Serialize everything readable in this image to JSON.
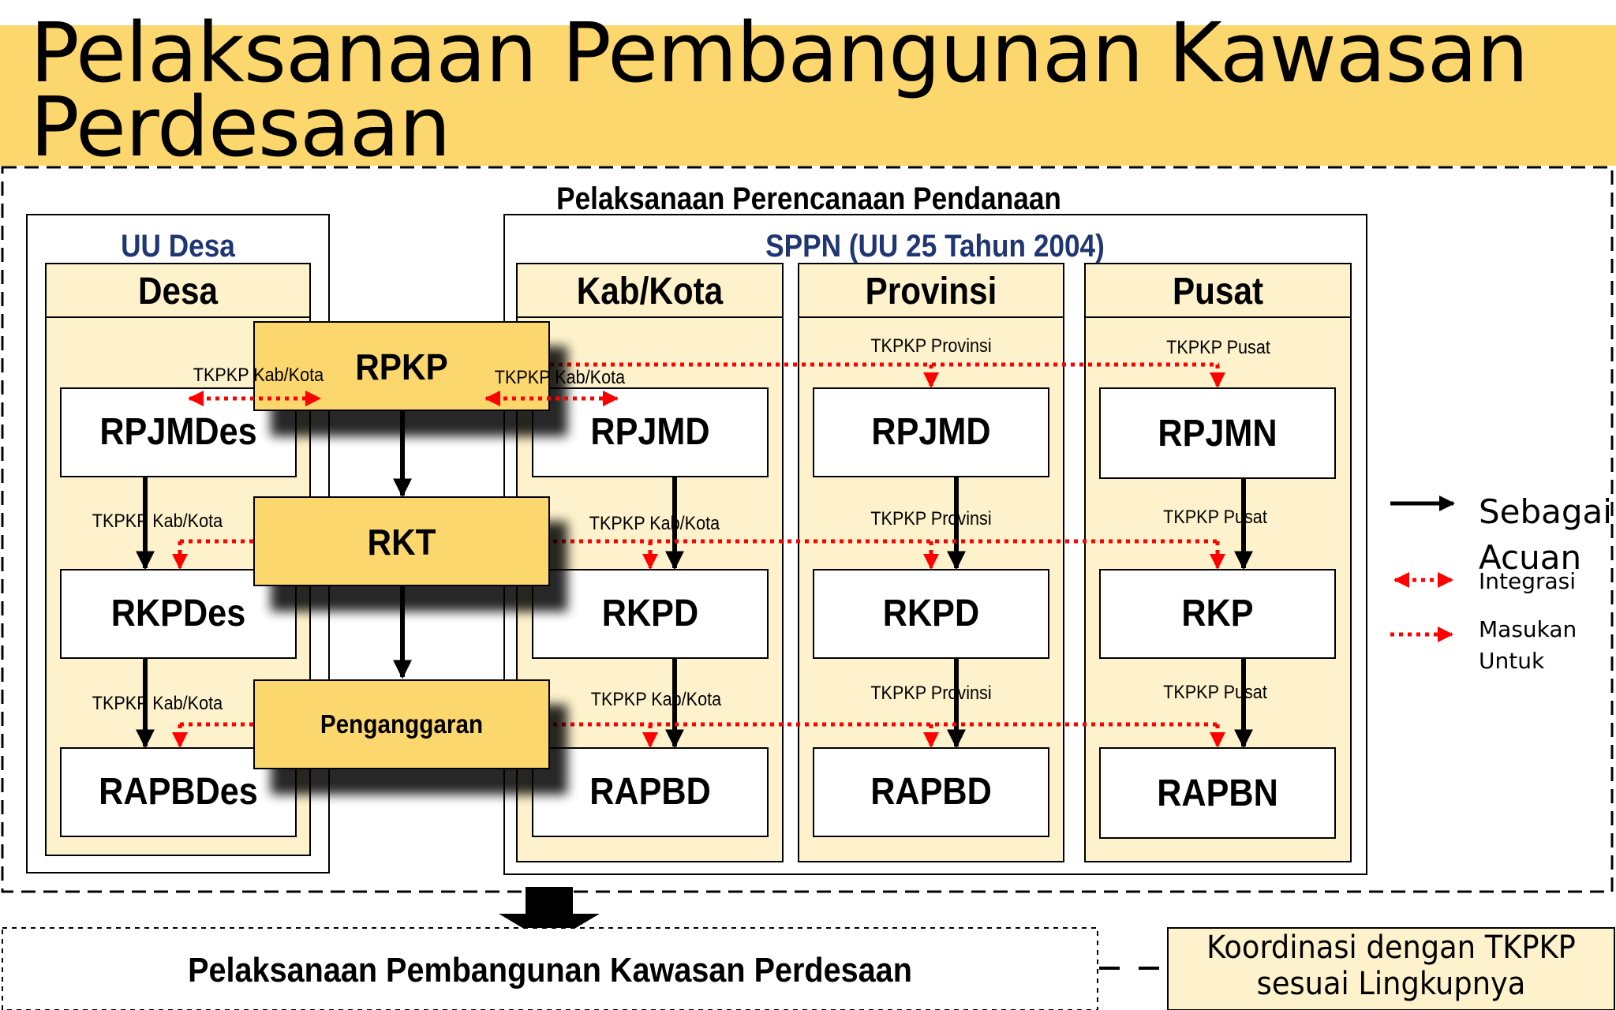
{
  "slide": {
    "title": "Pelaksanaan Pembangunan Kawasan Perdesaan"
  },
  "diagram": {
    "section_title": "Pelaksanaan Perencanaan Pendanaan",
    "uu_desa": "UU Desa",
    "sppn": "SPPN (UU 25 Tahun 2004)",
    "columns": {
      "desa": "Desa",
      "kab": "Kab/Kota",
      "prov": "Provinsi",
      "pusat": "Pusat"
    },
    "center": {
      "rpkp": "RPKP",
      "rkt": "RKT",
      "penganggaran": "Penganggaran"
    },
    "boxes": {
      "rpjmdes": "RPJMDes",
      "rkpdes": "RKPDes",
      "rapbdes": "RAPBDes",
      "rpjmd_kab": "RPJMD",
      "rkpd_kab": "RKPD",
      "rapbd_kab": "RAPBD",
      "rpjmd_prov": "RPJMD",
      "rkpd_prov": "RKPD",
      "rapbd_prov": "RAPBD",
      "rpjmn": "RPJMN",
      "rkp": "RKP",
      "rapbn": "RAPBN"
    },
    "tkpkp": {
      "desa_top": "TKPKP Kab/Kota",
      "desa_mid": "TKPKP Kab/Kota",
      "desa_bot": "TKPKP Kab/Kota",
      "kab_top": "TKPKP Kab/Kota",
      "kab_mid": "TKPKP Kab/Kota",
      "kab_bot": "TKPKP Kab/Kota",
      "prov_top": "TKPKP Provinsi",
      "prov_mid": "TKPKP Provinsi",
      "prov_bot": "TKPKP Provinsi",
      "pusat_top": "TKPKP Pusat",
      "pusat_mid": "TKPKP Pusat",
      "pusat_bot": "TKPKP Pusat"
    },
    "legend": {
      "acuan": "Sebagai Acuan",
      "integrasi": "Integrasi",
      "masukan": "Masukan Untuk"
    },
    "bottom": {
      "result": "Pelaksanaan Pembangunan Kawasan Perdesaan",
      "koordinasi": "Koordinasi dengan TKPKP sesuai Lingkupnya"
    },
    "colors": {
      "title_band": "#fcd76e",
      "gold_box": "#fcd76e",
      "column_fill": "#fef2cc",
      "arrow_red": "#ff0000",
      "heading_blue": "#1f3673"
    }
  }
}
